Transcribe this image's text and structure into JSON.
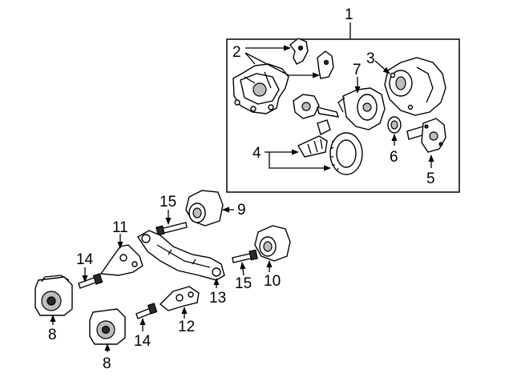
{
  "callouts": {
    "c1": "1",
    "c2": "2",
    "c3": "3",
    "c4": "4",
    "c5": "5",
    "c6": "6",
    "c7": "7",
    "c8a": "8",
    "c8b": "8",
    "c9": "9",
    "c10": "10",
    "c11": "11",
    "c12": "12",
    "c13": "13",
    "c14a": "14",
    "c14b": "14",
    "c15a": "15",
    "c15b": "15"
  }
}
